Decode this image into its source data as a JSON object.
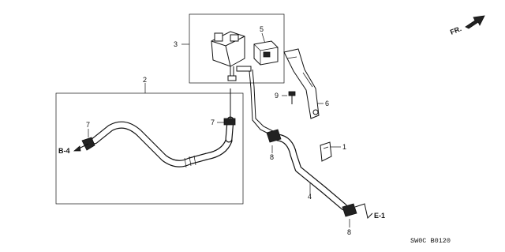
{
  "callouts": {
    "c1": "1",
    "c2": "2",
    "c3": "3",
    "c4": "4",
    "c5": "5",
    "c6": "6",
    "c7a": "7",
    "c7b": "7",
    "c8a": "8",
    "c8b": "8",
    "c9": "9"
  },
  "refs": {
    "b4": "B-4",
    "e1": "E-1"
  },
  "direction": {
    "label": "FR."
  },
  "diagram_code": "SW0C B0120"
}
